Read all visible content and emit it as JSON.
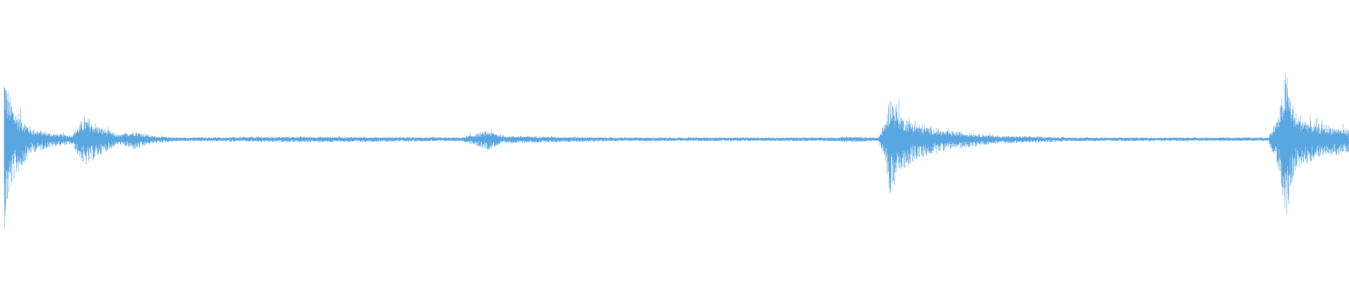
{
  "waveform": {
    "color": "#5aa6e0",
    "center_line": true,
    "peak_regions": [
      {
        "t": 0.0,
        "amp": 0.84
      },
      {
        "t": 0.003,
        "amp": 0.55
      },
      {
        "t": 0.008,
        "amp": 0.35
      },
      {
        "t": 0.02,
        "amp": 0.13
      },
      {
        "t": 0.035,
        "amp": 0.07
      },
      {
        "t": 0.05,
        "amp": 0.05
      },
      {
        "t": 0.06,
        "amp": 0.26
      },
      {
        "t": 0.07,
        "amp": 0.16
      },
      {
        "t": 0.085,
        "amp": 0.05
      },
      {
        "t": 0.097,
        "amp": 0.1
      },
      {
        "t": 0.11,
        "amp": 0.04
      },
      {
        "t": 0.13,
        "amp": 0.02
      },
      {
        "t": 0.22,
        "amp": 0.03
      },
      {
        "t": 0.34,
        "amp": 0.02
      },
      {
        "t": 0.36,
        "amp": 0.1
      },
      {
        "t": 0.372,
        "amp": 0.04
      },
      {
        "t": 0.45,
        "amp": 0.02
      },
      {
        "t": 0.62,
        "amp": 0.02
      },
      {
        "t": 0.625,
        "amp": 0.03
      },
      {
        "t": 0.65,
        "amp": 0.02
      },
      {
        "t": 0.655,
        "amp": 0.2
      },
      {
        "t": 0.659,
        "amp": 0.52
      },
      {
        "t": 0.668,
        "amp": 0.28
      },
      {
        "t": 0.68,
        "amp": 0.18
      },
      {
        "t": 0.7,
        "amp": 0.1
      },
      {
        "t": 0.74,
        "amp": 0.04
      },
      {
        "t": 0.8,
        "amp": 0.02
      },
      {
        "t": 0.94,
        "amp": 0.02
      },
      {
        "t": 0.948,
        "amp": 0.3
      },
      {
        "t": 0.953,
        "amp": 0.78
      },
      {
        "t": 0.96,
        "amp": 0.3
      },
      {
        "t": 0.975,
        "amp": 0.18
      },
      {
        "t": 1.0,
        "amp": 0.12
      }
    ]
  }
}
